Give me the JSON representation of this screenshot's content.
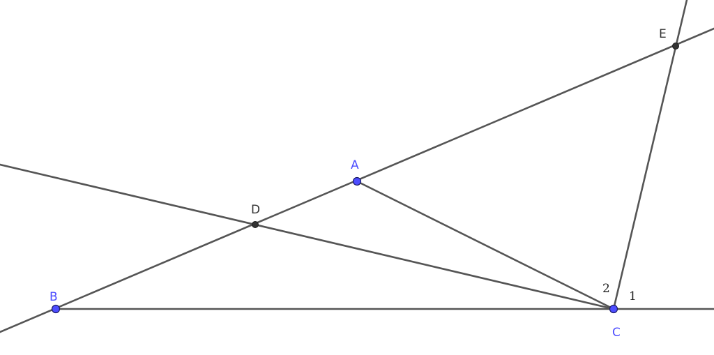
{
  "points": {
    "A": {
      "label": "A",
      "color": "#4d4dff"
    },
    "B": {
      "label": "B",
      "color": "#4d4dff"
    },
    "C": {
      "label": "C",
      "color": "#4d4dff"
    },
    "D": {
      "label": "D",
      "color": "#333333"
    },
    "E": {
      "label": "E",
      "color": "#333333"
    }
  },
  "angle_labels": {
    "angle_1": "1",
    "angle_2": "2"
  },
  "colors": {
    "line": "#555555",
    "free_point": "#4d4dff",
    "dependent_point": "#333333",
    "background": "#ffffff"
  }
}
